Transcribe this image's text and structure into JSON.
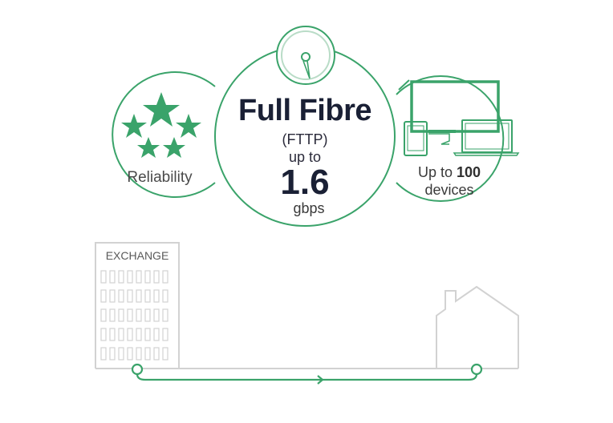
{
  "reliability": {
    "label": "Reliability",
    "star_count": 5
  },
  "main": {
    "title": "Full Fibre",
    "subtitle": "(FTTP)",
    "upto": "up to",
    "speed": "1.6",
    "unit": "gbps"
  },
  "devices": {
    "line1_prefix": "Up to ",
    "line1_bold": "100",
    "line2": "devices"
  },
  "diagram": {
    "exchange_label": "EXCHANGE"
  },
  "colors": {
    "accent": "#3aa36a",
    "light_accent": "#b9dcc7",
    "navy": "#1a2035",
    "grey_line": "#d2d2d2"
  }
}
